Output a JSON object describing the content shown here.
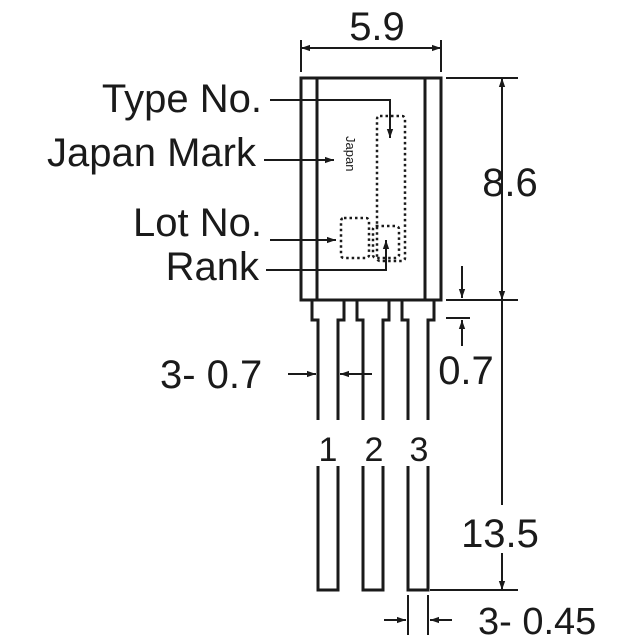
{
  "dimensions": {
    "body_width": "5.9",
    "body_height": "8.6",
    "body_to_lead": "0.7",
    "lead_width": "3- 0.7",
    "lead_length": "13.5",
    "lead_thickness": "3- 0.45"
  },
  "callouts": {
    "type_no": "Type No.",
    "japan_mark": "Japan Mark",
    "lot_no": "Lot No.",
    "rank": "Rank"
  },
  "marking_text": "Japan",
  "pins": [
    "1",
    "2",
    "3"
  ]
}
